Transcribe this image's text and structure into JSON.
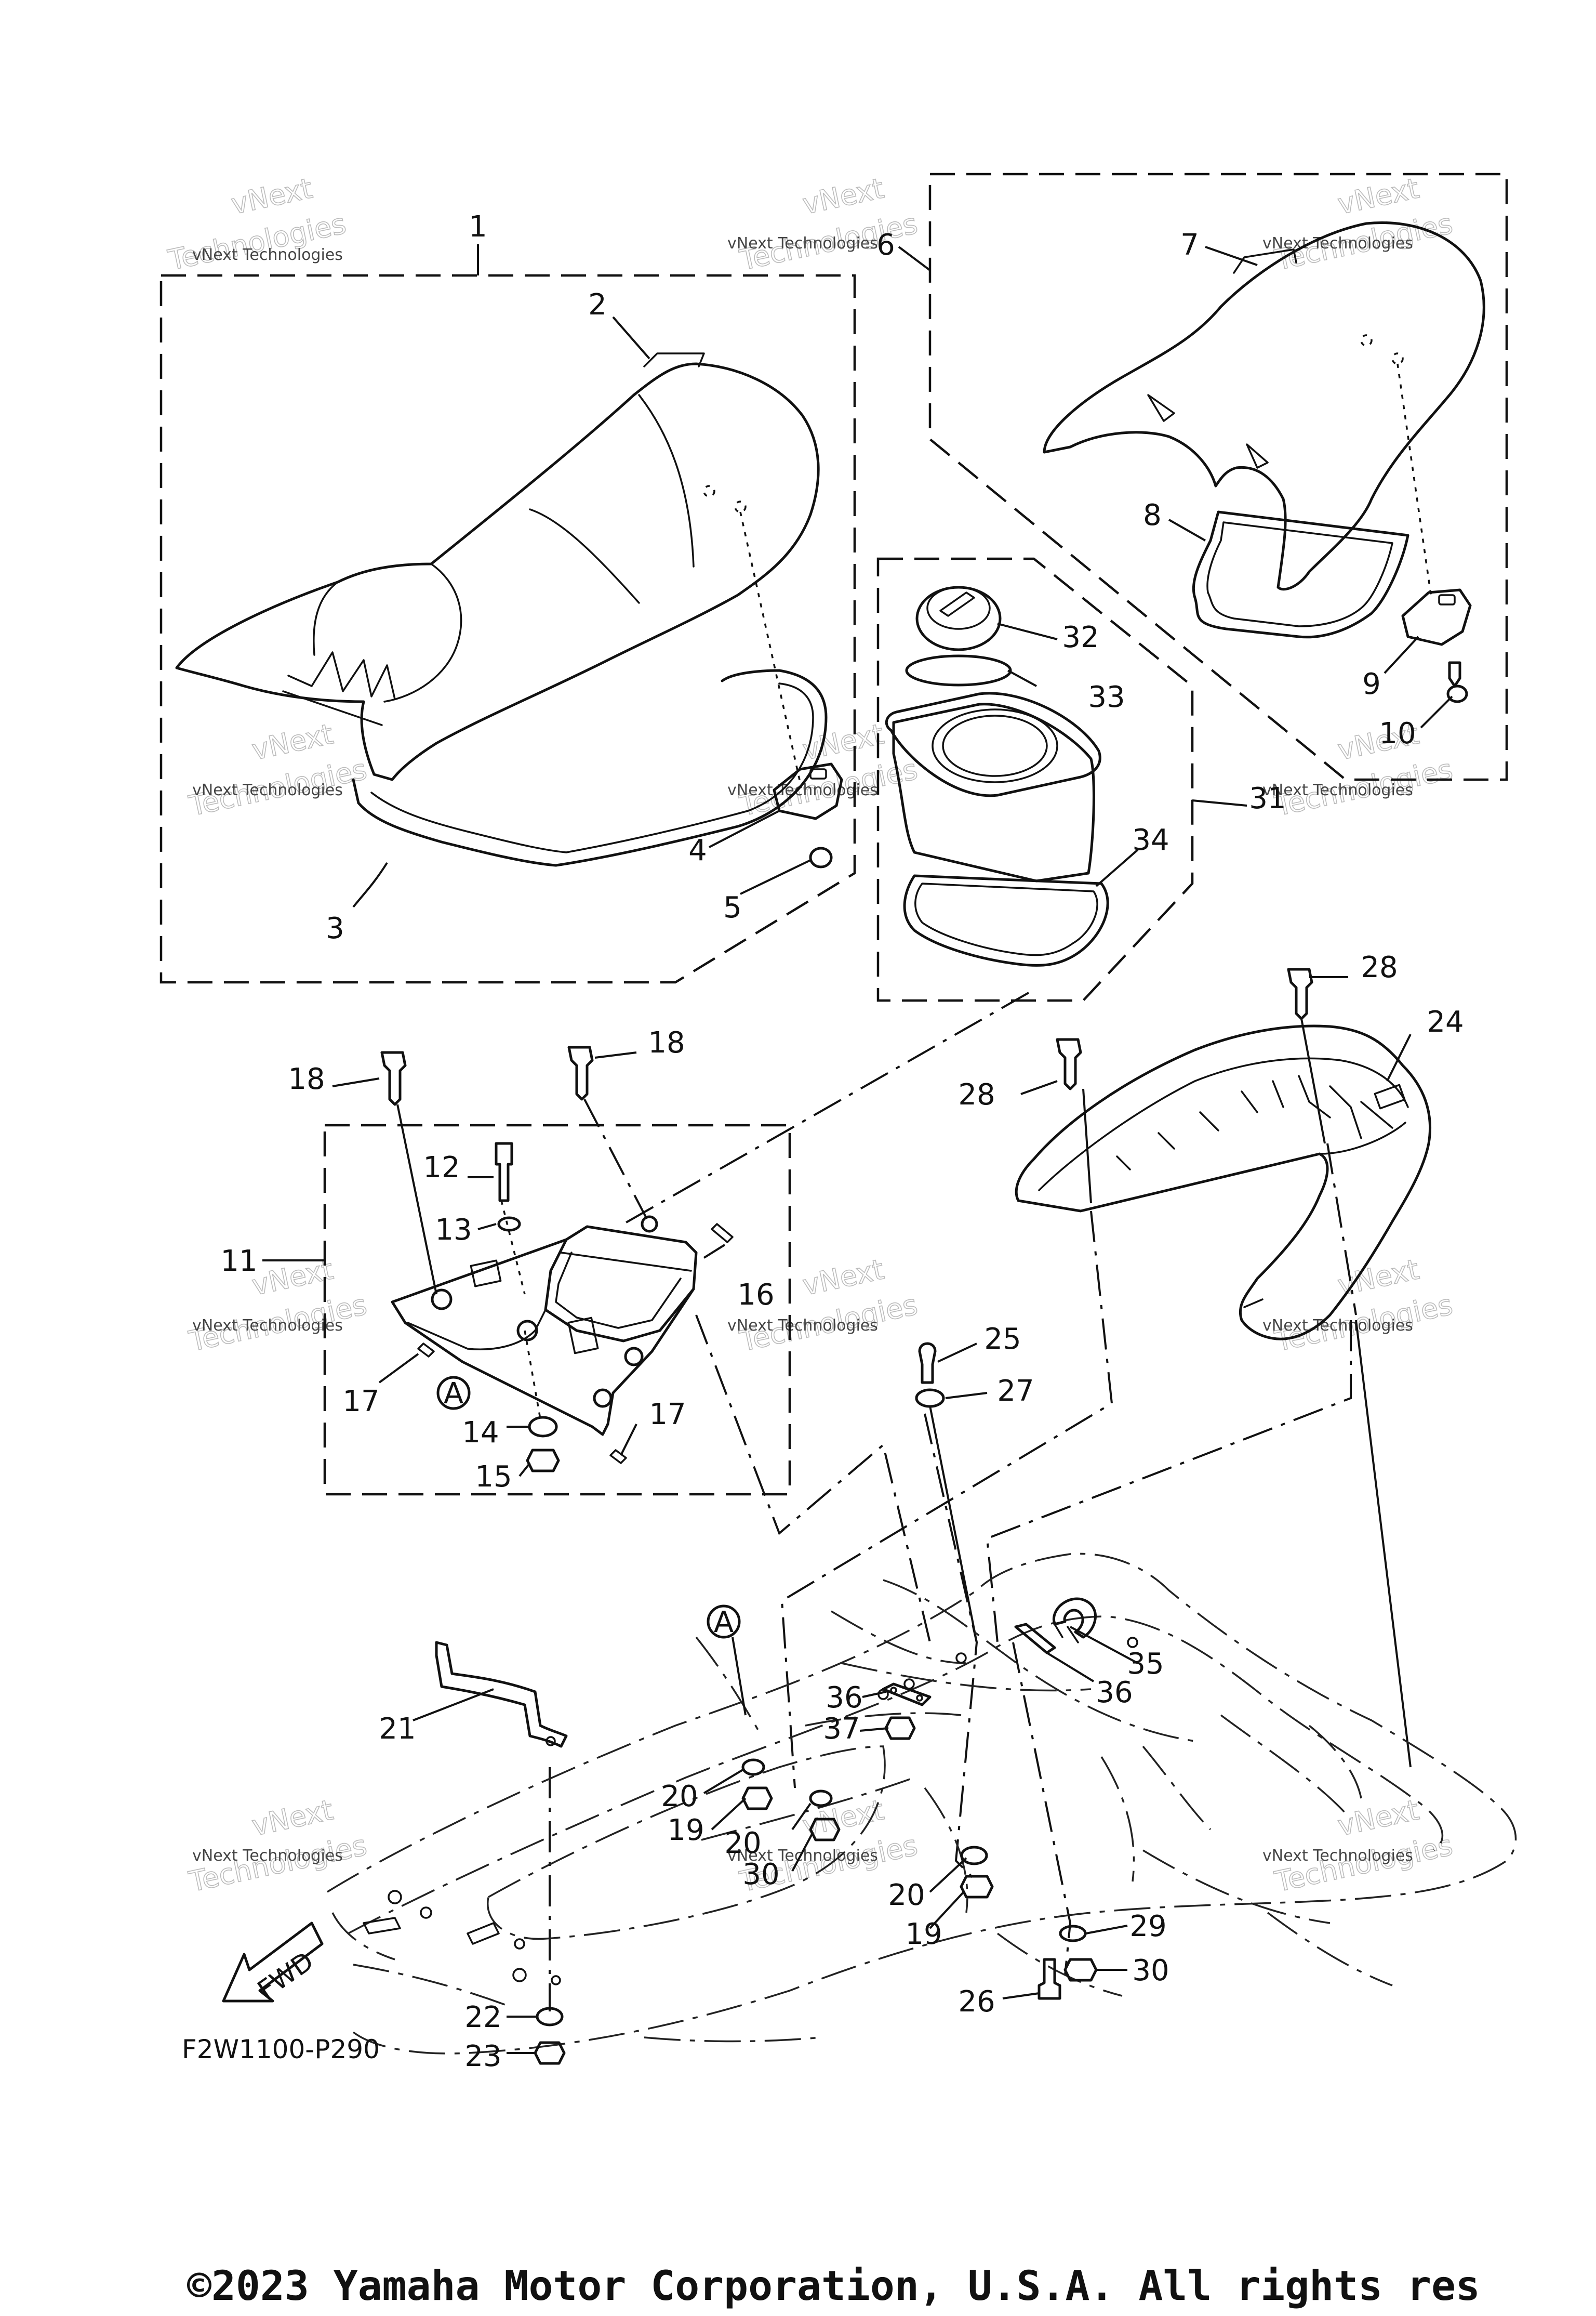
{
  "diagram": {
    "figure_code": "F2W1100-P290",
    "copyright": "©2023 Yamaha Motor Corporation, U.S.A. All rights res",
    "watermark": {
      "line1": "vNext Technologies",
      "line2": "vNext",
      "line3": "Technologies"
    },
    "fwd_label": "FWD",
    "ref_mark": "A",
    "part_labels": [
      "1",
      "2",
      "3",
      "4",
      "5",
      "6",
      "7",
      "8",
      "9",
      "10",
      "11",
      "12",
      "13",
      "14",
      "15",
      "16",
      "17",
      "17",
      "18",
      "18",
      "19",
      "19",
      "20",
      "20",
      "20",
      "21",
      "22",
      "23",
      "24",
      "25",
      "26",
      "27",
      "28",
      "28",
      "29",
      "29",
      "30",
      "30",
      "30",
      "31",
      "32",
      "33",
      "34",
      "35",
      "36",
      "36",
      "37"
    ]
  }
}
